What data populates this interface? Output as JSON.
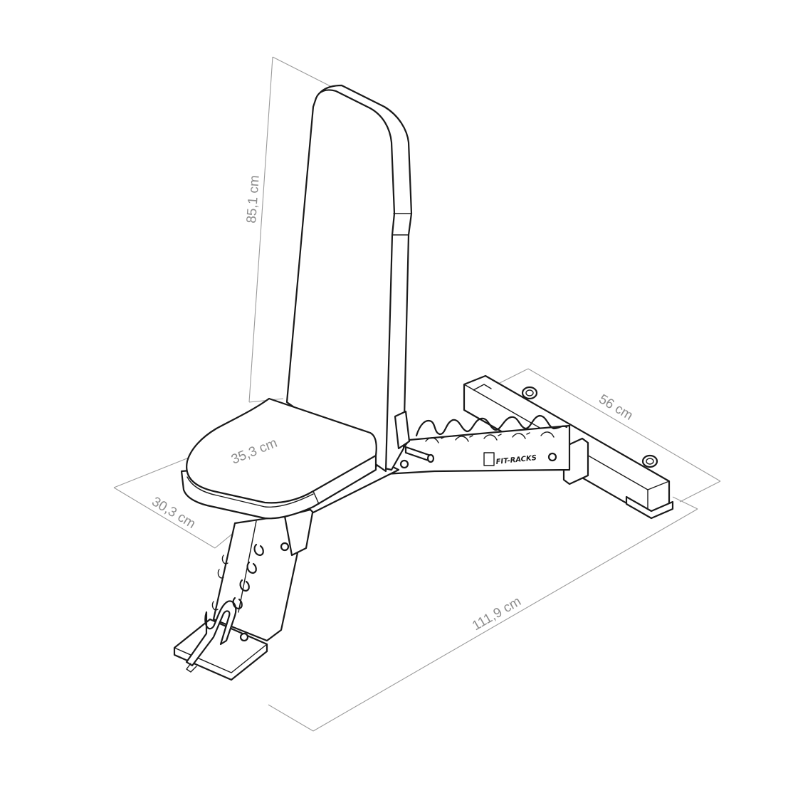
{
  "product": {
    "brand": "FIT-RACKS"
  },
  "dimensions": {
    "backrest_height": "85,1 cm",
    "seat_width": "35,3 cm",
    "seat_depth": "30,3 cm",
    "rear_leg_width": "56 cm",
    "total_length": "111,9 cm"
  },
  "colors": {
    "line": "#1a1a1a",
    "dimension_line": "#9a9a9a",
    "dimension_text": "#8c8c8c",
    "background": "#ffffff"
  }
}
